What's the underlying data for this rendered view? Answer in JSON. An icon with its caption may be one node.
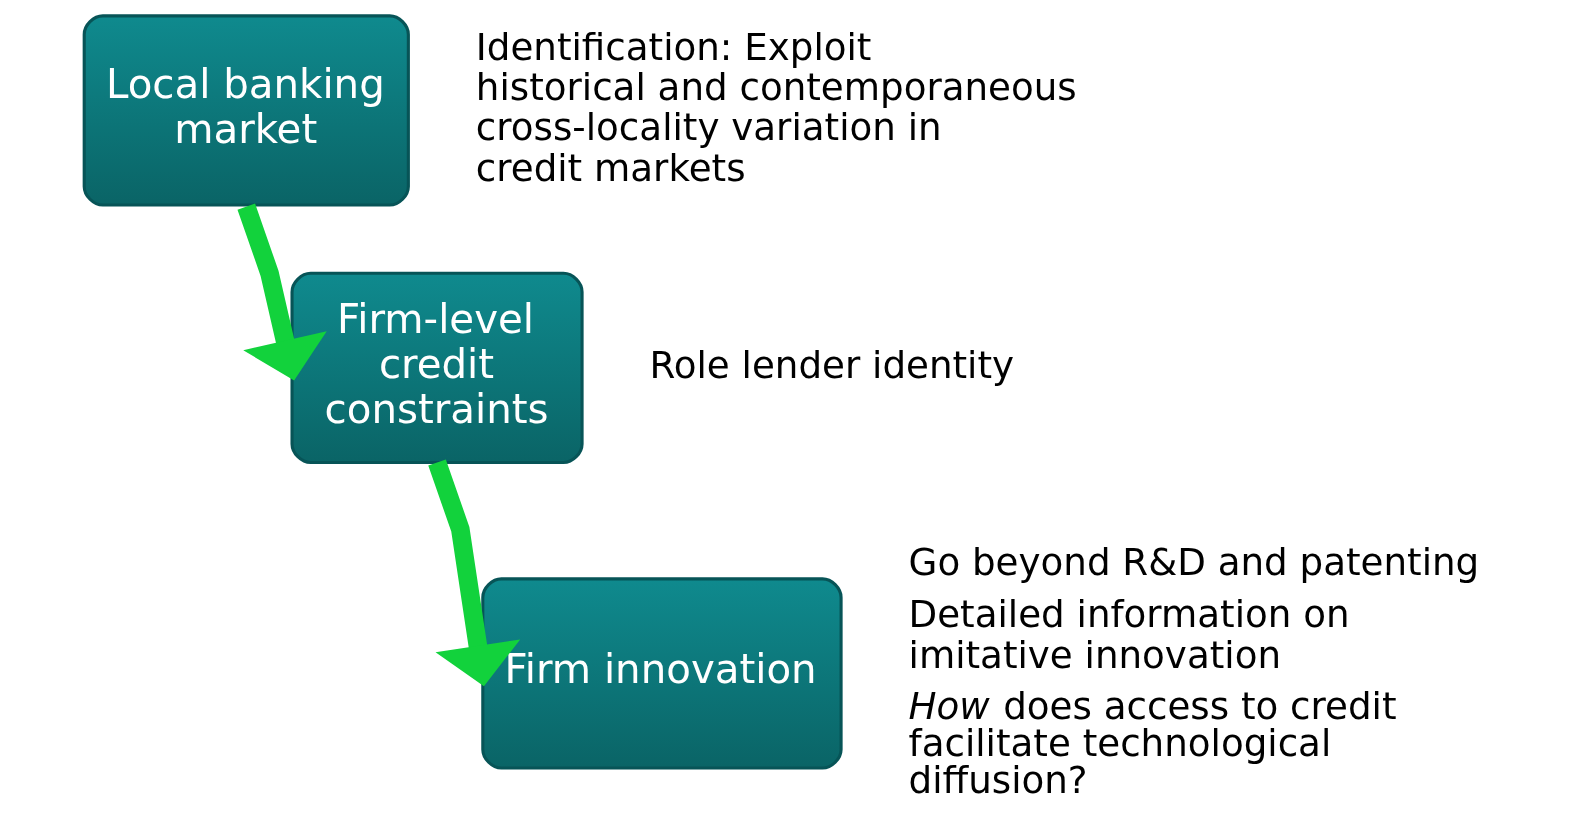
{
  "diagram": {
    "nodes": [
      {
        "text": [
          "Local banking market"
        ],
        "beside": [
          "Identification: Exploit historical and contemporaneous cross-locality variation in credit markets"
        ]
      },
      {
        "text": [
          "Firm-level credit constraints"
        ],
        "beside": [
          "Role lender identity"
        ]
      },
      {
        "text": [
          "Firm innovation"
        ],
        "beside": [
          "Go beyond R&D and patenting",
          "Detailed information on imitative innovation",
          "*How* does access to credit facilitate technological diffusion?"
        ]
      }
    ],
    "edges": [
      {
        "from": 0,
        "to": 1,
        "arrow": "to"
      },
      {
        "from": 1,
        "to": 2,
        "arrow": "to"
      }
    ]
  }
}
